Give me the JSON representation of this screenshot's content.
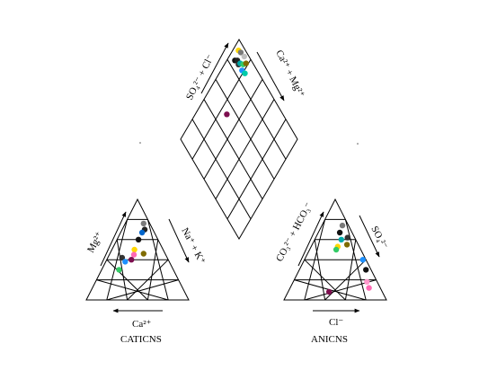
{
  "chart_data": {
    "type": "scatter",
    "subtype": "piper-trilinear",
    "title": "",
    "grid": true,
    "grid_divisions": 5,
    "diagram": {
      "axis_labels": {
        "so4_cl": "SO₄²⁻ + Cl⁻",
        "ca_mg": "Ca²⁺ + Mg²⁺",
        "mg": "Mg²⁺",
        "na_k": "Na⁺ + K⁺",
        "ca": "Ca²⁺",
        "co3_hco3": "CO₃²⁻ + HCO₃⁻",
        "so4": "SO₄²⁻",
        "cl": "Cl⁻"
      },
      "captions": {
        "cation": "CATICNS",
        "anion": "ANICNS"
      }
    },
    "cations": {
      "units": "percent",
      "points": [
        {
          "mg": 76,
          "na_k": 18,
          "color": "#7a7a7a"
        },
        {
          "mg": 70,
          "na_k": 22,
          "color": "#222222"
        },
        {
          "mg": 67,
          "na_k": 21,
          "color": "#0066cc"
        },
        {
          "mg": 60,
          "na_k": 21,
          "color": "#111111"
        },
        {
          "mg": 50,
          "na_k": 22,
          "color": "#ffd700"
        },
        {
          "mg": 46,
          "na_k": 33,
          "color": "#7f6b00"
        },
        {
          "mg": 45,
          "na_k": 24,
          "color": "#ff69b4"
        },
        {
          "mg": 42,
          "na_k": 14,
          "color": "#333333"
        },
        {
          "mg": 40,
          "na_k": 24,
          "color": "#7d0e4f"
        },
        {
          "mg": 38,
          "na_k": 19,
          "color": "#1e90ff"
        },
        {
          "mg": 30,
          "na_k": 17,
          "color": "#33cc66"
        }
      ]
    },
    "anions": {
      "units": "percent",
      "points": [
        {
          "so4": 74,
          "cl": 20,
          "color": "#7a7a7a"
        },
        {
          "so4": 67,
          "cl": 21,
          "color": "#111111"
        },
        {
          "so4": 62,
          "cl": 31,
          "color": "#333333"
        },
        {
          "so4": 60,
          "cl": 26,
          "color": "#00aaaa"
        },
        {
          "so4": 55,
          "cl": 34,
          "color": "#7f6b00"
        },
        {
          "so4": 53,
          "cl": 26,
          "color": "#ffd700"
        },
        {
          "so4": 50,
          "cl": 26,
          "color": "#33cc66"
        },
        {
          "so4": 40,
          "cl": 57,
          "color": "#1e90ff"
        },
        {
          "so4": 30,
          "cl": 65,
          "color": "#111111"
        },
        {
          "so4": 18,
          "cl": 72,
          "color": "#ff99cc"
        },
        {
          "so4": 12,
          "cl": 77,
          "color": "#ff69b4"
        },
        {
          "so4": 8,
          "cl": 40,
          "color": "#7d0e4f"
        }
      ]
    },
    "diamond": {
      "units": "percent",
      "points": [
        {
          "so4_cl": 95,
          "ca_mg": 94,
          "color": "#ffd700"
        },
        {
          "so4_cl": 92,
          "ca_mg": 95,
          "color": "#7a7a7a"
        },
        {
          "so4_cl": 93,
          "ca_mg": 86,
          "color": "#111111"
        },
        {
          "so4_cl": 91,
          "ca_mg": 88,
          "color": "#222222"
        },
        {
          "so4_cl": 88,
          "ca_mg": 87,
          "color": "#333333"
        },
        {
          "so4_cl": 87,
          "ca_mg": 89,
          "color": "#00aaaa"
        },
        {
          "so4_cl": 84,
          "ca_mg": 91,
          "color": "#33cc66"
        },
        {
          "so4_cl": 82,
          "ca_mg": 87,
          "color": "#1e90ff"
        },
        {
          "so4_cl": 82,
          "ca_mg": 94,
          "color": "#7f6b00"
        },
        {
          "so4_cl": 87,
          "ca_mg": 96,
          "color": "#c0c0c0"
        },
        {
          "so4_cl": 78,
          "ca_mg": 88,
          "color": "#00ccaa"
        },
        {
          "so4_cl": 73,
          "ca_mg": 52,
          "color": "#7d0e4f"
        }
      ]
    }
  }
}
